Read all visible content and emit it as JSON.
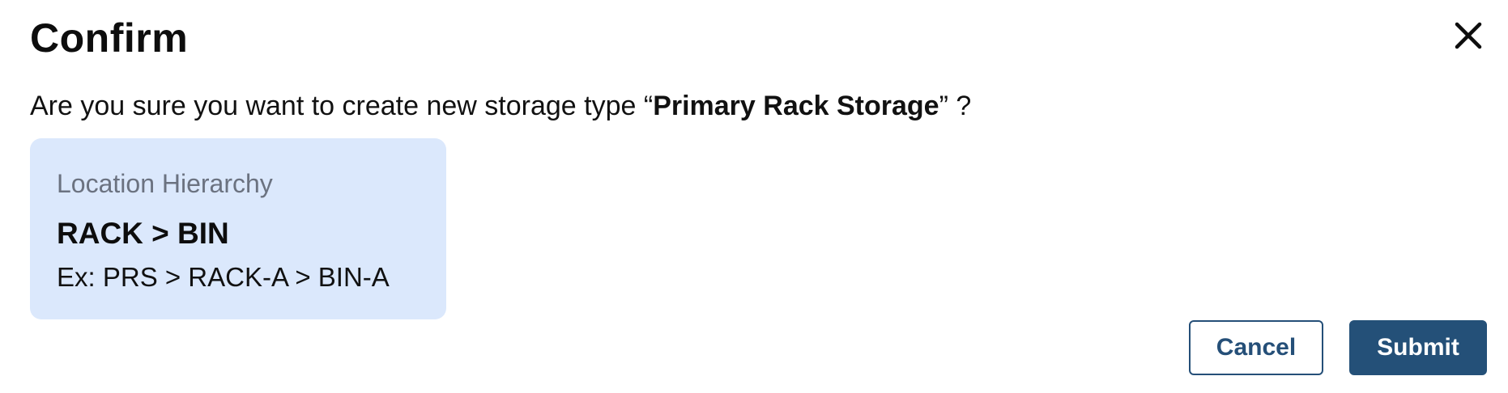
{
  "dialog": {
    "title": "Confirm",
    "close_icon": "close-icon",
    "message": {
      "prefix": "Are you sure you want to create new storage type “",
      "storage_type_name": "Primary Rack Storage",
      "suffix": "” ?"
    },
    "info_card": {
      "heading": "Location Hierarchy",
      "hierarchy": "RACK > BIN",
      "example": "Ex: PRS > RACK-A > BIN-A"
    },
    "actions": {
      "cancel_label": "Cancel",
      "submit_label": "Submit"
    }
  },
  "colors": {
    "primary": "#245078",
    "card_background": "#dbe8fc",
    "muted_text": "#6b7280",
    "text": "#111111"
  }
}
